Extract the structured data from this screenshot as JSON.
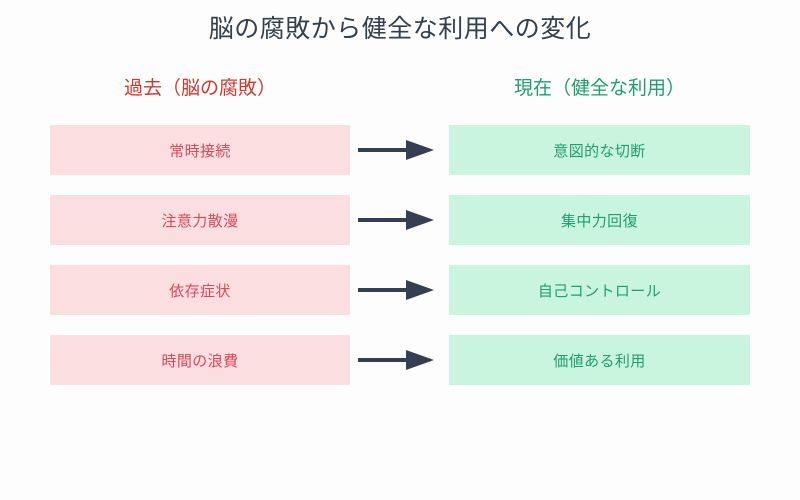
{
  "page": {
    "title": "脳の腐敗から健全な利用への変化",
    "background_color": "#fdfdfd"
  },
  "columns": {
    "left": {
      "heading": "過去（脳の腐敗）",
      "heading_color": "#d0392f",
      "box_fill": "#fadee0",
      "text_color": "#d94a5a"
    },
    "right": {
      "heading": "現在（健全な利用）",
      "heading_color": "#1f9e6e",
      "box_fill": "#c9f4dd",
      "text_color": "#1f9e6e"
    }
  },
  "arrow": {
    "icon": "arrow-right-icon",
    "color": "#343f52"
  },
  "rows": [
    {
      "past": "常時接続",
      "now": "意図的な切断"
    },
    {
      "past": "注意力散漫",
      "now": "集中力回復"
    },
    {
      "past": "依存症状",
      "now": "自己コントロール"
    },
    {
      "past": "時間の浪費",
      "now": "価値ある利用"
    }
  ]
}
